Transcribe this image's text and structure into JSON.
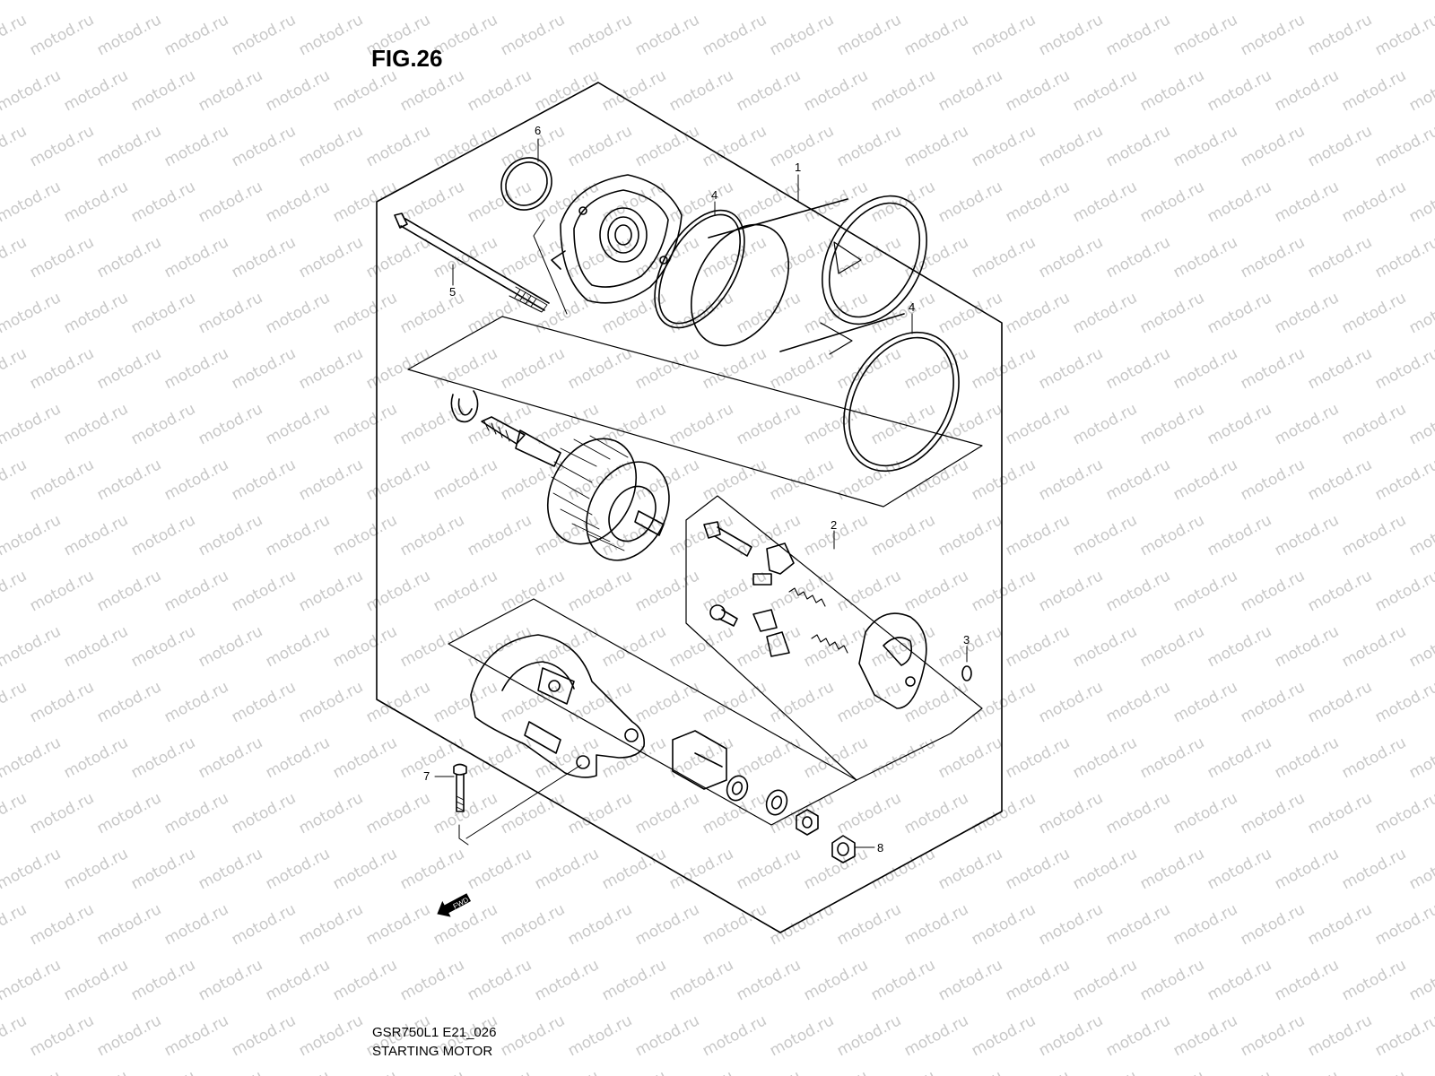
{
  "figure": {
    "title": "FIG.26",
    "code": "GSR750L1 E21_026",
    "caption": "STARTING MOTOR"
  },
  "watermark": {
    "text": "motod.ru"
  },
  "callouts": [
    {
      "id": "1",
      "part": "starting-motor-assembly"
    },
    {
      "id": "2",
      "part": "brush-holder-set"
    },
    {
      "id": "3",
      "part": "o-ring-small"
    },
    {
      "id": "4",
      "part": "o-ring-yoke-front"
    },
    {
      "id": "4",
      "part": "o-ring-yoke-rear"
    },
    {
      "id": "5",
      "part": "housing-bolt"
    },
    {
      "id": "6",
      "part": "o-ring-end-cover"
    },
    {
      "id": "7",
      "part": "mounting-bolt"
    },
    {
      "id": "8",
      "part": "terminal-nut"
    }
  ],
  "direction_marker": {
    "text": "FWD"
  },
  "colors": {
    "line": "#000000",
    "watermark": "#c8c8c8",
    "background": "#ffffff"
  }
}
